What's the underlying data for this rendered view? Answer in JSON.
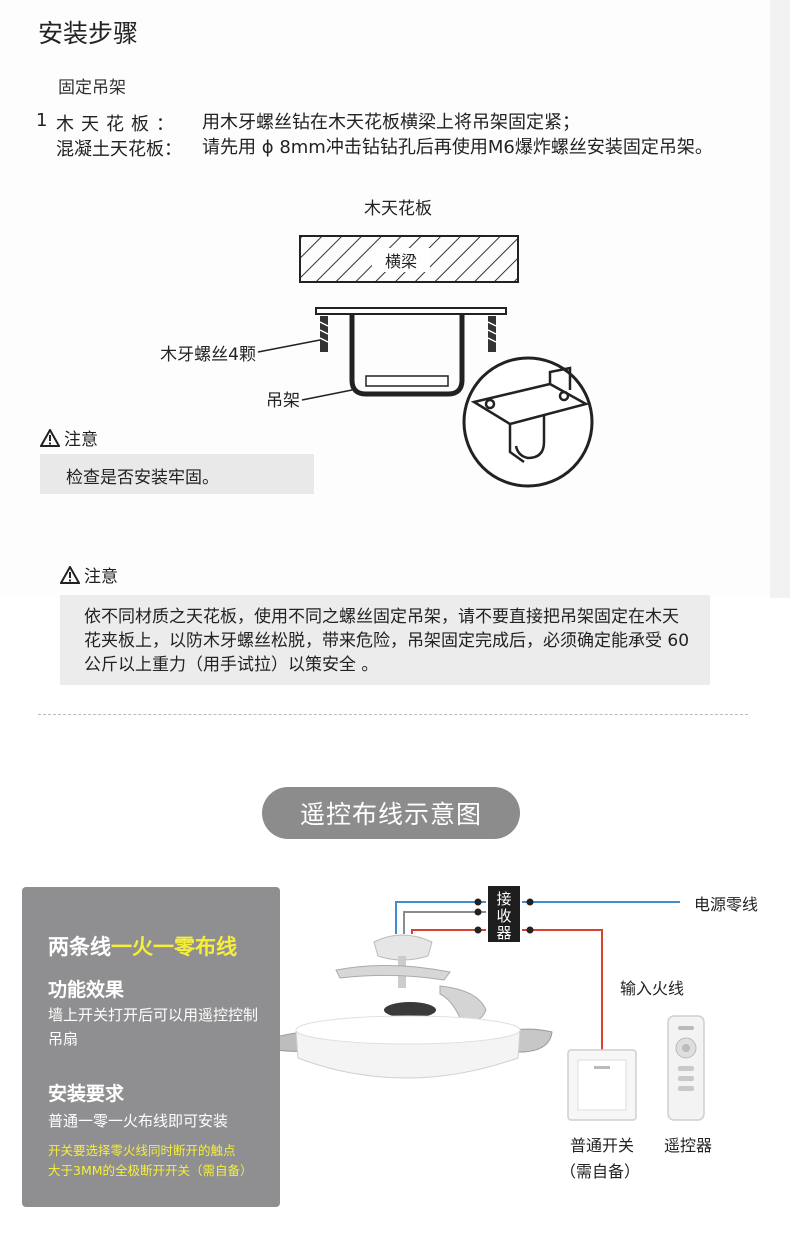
{
  "install": {
    "title": "安装步骤",
    "subhead": "固定吊架",
    "step_num": "1",
    "wood_label": "木天花板：",
    "wood_text": "用木牙螺丝钻在木天花板横梁上将吊架固定紧；",
    "concrete_label": "混凝土天花板：",
    "concrete_text": "请先用 ϕ 8mm冲击钻钻孔后再使用M6爆炸螺丝安装固定吊架。",
    "diagram": {
      "caption": "木天花板",
      "beam": "横梁",
      "screws": "木牙螺丝4颗",
      "bracket": "吊架"
    },
    "note1_label": "注意",
    "note1_text": "检查是否安装牢固。",
    "note2_label": "注意",
    "note2_text": "依不同材质之天花板，使用不同之螺丝固定吊架，请不要直接把吊架固定在木天花夹板上，以防木牙螺丝松脱，带来危险，吊架固定完成后，必须确定能承受 60公斤以上重力（用手试拉）以策安全 。"
  },
  "wiring": {
    "pill": "遥控布线示意图",
    "card": {
      "title_a": "两条线",
      "title_b": "一火一零布线",
      "h1": "功能效果",
      "p1": "墙上开关打开后可以用遥控控制吊扇",
      "h2": "安装要求",
      "p2": "普通一零一火布线即可安装",
      "y1": "开关要选择零火线同时断开的触点",
      "y2": "大于3MM的全极断开开关（需自备）"
    },
    "receiver": "接收器",
    "neutral_label": "电源零线",
    "live_label": "输入火线",
    "switch_label": "普通开关",
    "switch_sub": "（需自备）",
    "remote_label": "遥控器",
    "colors": {
      "blue": "#3d8fd1",
      "red": "#d8432f",
      "grey": "#8c8c8c",
      "highlight": "#f6ee3a"
    }
  }
}
